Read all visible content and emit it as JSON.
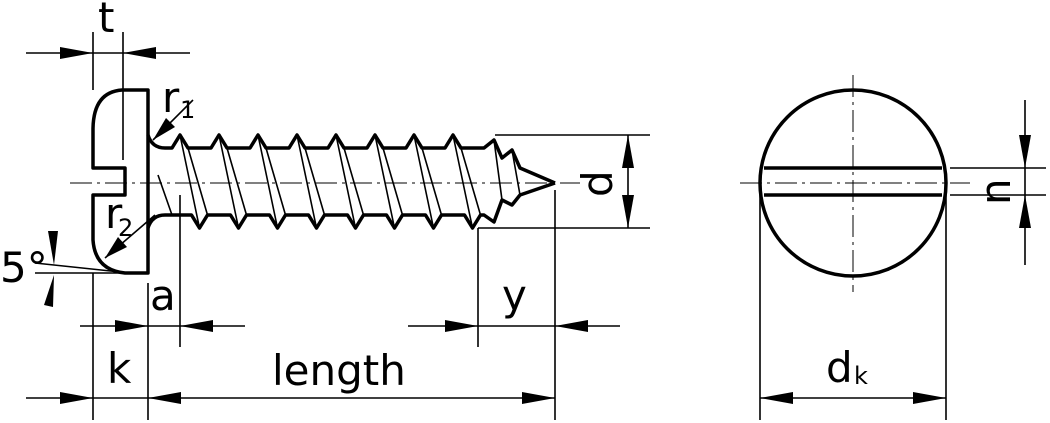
{
  "title": "Slotted pan head tapping screw",
  "labels": {
    "t": "t",
    "r1": "r",
    "r1_sub": "1",
    "r2": "r",
    "r2_sub": "2",
    "angle": "5°",
    "a": "a",
    "k": "k",
    "length": "length",
    "y": "y",
    "d": "d",
    "dk": "d",
    "dk_sub": "k",
    "n": "n"
  }
}
